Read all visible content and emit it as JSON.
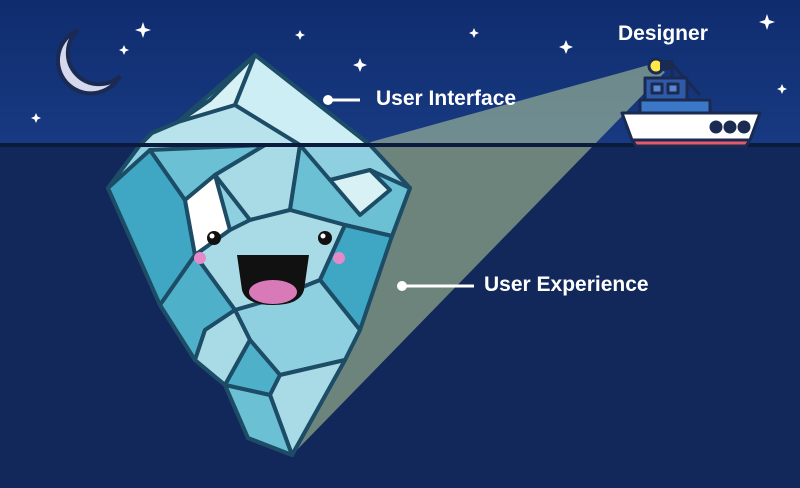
{
  "labels": {
    "designer": "Designer",
    "user_interface": "User Interface",
    "user_experience": "User Experience"
  },
  "icons": [
    "moon-icon",
    "star-icon",
    "boat-icon",
    "spotlight-icon",
    "iceberg-icon"
  ],
  "colors": {
    "sky": "#0f2c6e",
    "sea": "#13285a",
    "waterline": "#0c1a3d",
    "iceberg_light": "#a8dbe6",
    "iceberg_mid": "#6cc0d4",
    "iceberg_dark": "#2e9ab8",
    "iceberg_outline": "#1d4d66",
    "beam": "#c8e0a0",
    "boat_hull": "#ffffff",
    "boat_stripe": "#e45a6a",
    "text": "#ffffff"
  }
}
